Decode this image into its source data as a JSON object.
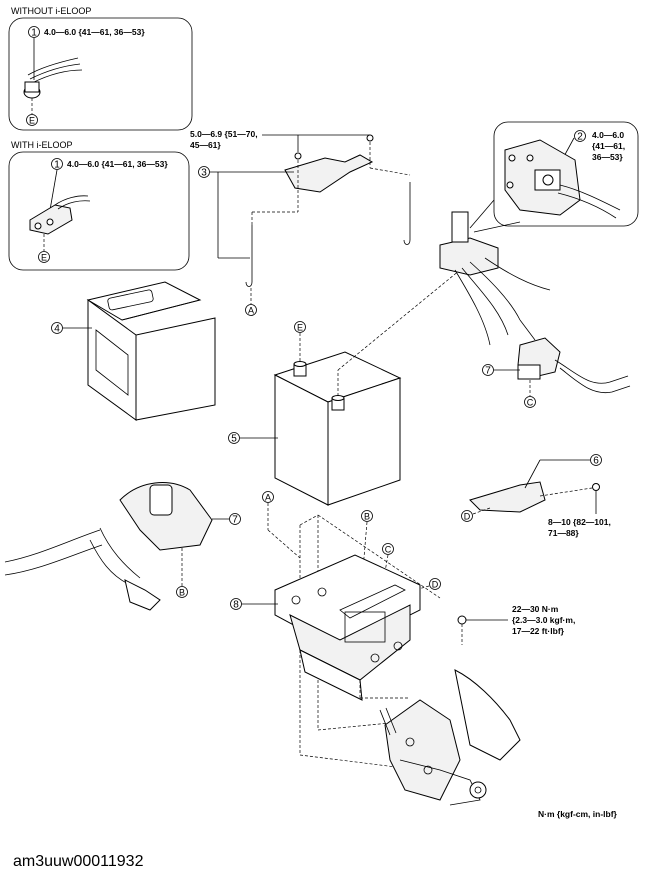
{
  "insets": {
    "without": {
      "title": "WITHOUT i-ELOOP",
      "callout": "1",
      "torque": "4.0—6.0 {41—61, 36—53}",
      "ref": "E"
    },
    "with": {
      "title": "WITH i-ELOOP",
      "callout": "1",
      "torque": "4.0—6.0 {41—61, 36—53}",
      "ref": "E"
    },
    "detail": {
      "callout": "2",
      "torque_lines": [
        "4.0—6.0",
        "{41—61,",
        "36—53}"
      ]
    }
  },
  "torques": {
    "clamp_top": [
      "5.0—6.9 {51—70,",
      "45—61}"
    ],
    "clamp_right": [
      "8—10 {82—101,",
      "71—88}"
    ],
    "tray_bolt": [
      "22—30 N·m",
      "{2.3—3.0 kgf·m,",
      "17—22 ft·lbf}"
    ]
  },
  "callouts": {
    "c3": "3",
    "c4": "4",
    "c5": "5",
    "c6": "6",
    "c7a": "7",
    "c7b": "7",
    "c8": "8"
  },
  "refs": {
    "A_rod": "A",
    "A_tray": "A",
    "B_tray": "B",
    "B_cable": "B",
    "C_tray": "C",
    "C_cable": "C",
    "D_tray": "D",
    "D_clamp": "D",
    "E_battery": "E"
  },
  "unit_note": "N·m {kgf-cm, in-lbf}",
  "figure_id": "am3uuw00011932"
}
